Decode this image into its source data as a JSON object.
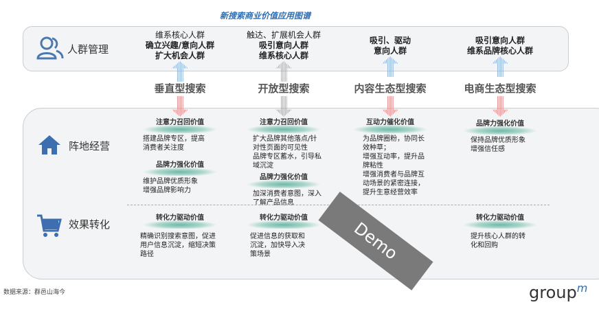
{
  "title": "新搜索商业价值应用图谱",
  "rows": {
    "audience": "人群管理",
    "position": "阵地经营",
    "conversion": "效果转化"
  },
  "audiences": [
    [
      "维系核心人群",
      "确立兴趣/意向人群",
      "扩大机会人群"
    ],
    [
      "触达、扩展机会人群",
      "吸引意向人群",
      "维系核心人群"
    ],
    [
      "吸引、驱动",
      "意向人群"
    ],
    [
      "吸引意向人群",
      "维系品牌核心人群"
    ]
  ],
  "search_types": [
    "垂直型搜索",
    "开放型搜索",
    "内容生态型搜索",
    "电商生态型搜索"
  ],
  "position_cells": [
    [
      {
        "h": "注意力召回价值",
        "b": "搭建品牌专区，提高\n消费者关注度"
      },
      {
        "h": "品牌力强化价值",
        "b": "维护品牌优质形象\n增强品牌影响力"
      }
    ],
    [
      {
        "h": "注意力召回价值",
        "b": "扩大品牌其他落点/针\n对性页面的可见性\n品牌专区蓄水，引导私\n域沉淀"
      },
      {
        "h": "品牌力强化价值",
        "b": "加深消费者意图，深入\n了解产品信息"
      }
    ],
    [
      {
        "h": "互动力催化价值",
        "b": "为品牌圈粉，协同长\n效种草；\n增强互动率，提升品\n牌粘性\n增强消费者与品牌互\n动场景的紧密连接，\n提升生意经营效率"
      }
    ],
    [
      {
        "h": "品牌力强化价值",
        "b": "保持品牌优质形象\n增强信任感"
      }
    ]
  ],
  "conversion_cells": [
    {
      "h": "转化力驱动价值",
      "b": "精确识别搜索意图，促进\n用户信息沉淀，缩短决策\n路径"
    },
    {
      "h": "转化力驱动价值",
      "b": "促进信息的获取和\n沉淀，加快导入决\n策场景"
    },
    {
      "h": "转化力驱动价值",
      "b": "提升核心人群的转\n化和回购"
    }
  ],
  "watermark": "Demo",
  "source": "数据来源：群邑山海今",
  "logo": {
    "text": "group",
    "sup": "m"
  }
}
